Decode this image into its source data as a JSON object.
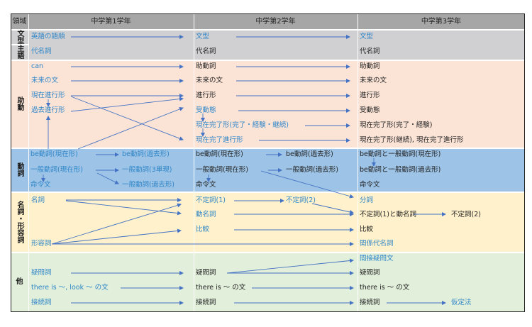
{
  "header": {
    "area": "領域",
    "grade1": "中学第1学年",
    "grade2": "中学第2学年",
    "grade3": "中学第3学年"
  },
  "areas": {
    "bunkei": "文型",
    "shugo": "主語",
    "jodo": "助動",
    "doshi": "動詞",
    "meishi": "名詞・形容詞",
    "other": "他"
  },
  "grade1": {
    "word_order": "英語の語順",
    "pronoun": "代名詞",
    "can": "can",
    "future": "未来の文",
    "present_progressive": "現在進行形",
    "past_progressive": "過去進行形",
    "be_present": "be動詞(現在形)",
    "be_past": "be動詞(過去形)",
    "general_present": "一般動詞(現在形)",
    "general_3rd": "一般動詞(3単現)",
    "imperative": "命令文",
    "general_past": "一般動詞(過去形)",
    "noun": "名詞",
    "adjective": "形容詞",
    "interrogative": "疑問詞",
    "there_is": "there is 〜, look 〜 の文",
    "conjunction": "接続詞"
  },
  "grade2": {
    "sentence_pattern": "文型",
    "pronoun": "代名詞",
    "auxiliary": "助動詞",
    "future": "未来の文",
    "progressive": "進行形",
    "passive": "受動態",
    "present_perfect": "現在完了形(完了・経験・継続)",
    "present_perfect_progressive": "現在完了進行形",
    "be_present": "be動詞(現在形)",
    "be_past": "be動詞(過去形)",
    "general_present": "一般動詞(現在形)",
    "general_past": "一般動詞(過去形)",
    "imperative": "命令文",
    "infinitive1": "不定詞(1)",
    "infinitive2": "不定詞(2)",
    "gerund": "動名詞",
    "comparison": "比較",
    "interrogative": "疑問詞",
    "there_is": "there is 〜 の文",
    "conjunction": "接続詞"
  },
  "grade3": {
    "sentence_pattern": "文型",
    "pronoun": "代名詞",
    "auxiliary": "助動詞",
    "future": "未来の文",
    "progressive": "進行形",
    "passive": "受動態",
    "present_perfect": "現在完了形(完了・経験)",
    "present_perfect_cont": "現在完了形(継続), 現在完了進行形",
    "be_general_present": "be動詞と一般動詞(現在形)",
    "be_general_past": "be動詞と一般動詞(過去形)",
    "imperative": "命令文",
    "participle": "分詞",
    "infinitive_gerund": "不定詞(1)と動名詞",
    "infinitive2": "不定詞(2)",
    "comparison": "比較",
    "relative_pronoun": "関係代名詞",
    "indirect_question": "間接疑問文",
    "interrogative": "疑問詞",
    "there_is": "there is 〜 の文",
    "conjunction": "接続詞",
    "subjunctive": "仮定法"
  },
  "colors": {
    "header": "#a6a6a6",
    "bunkei": "#d0cfd1",
    "jodo": "#fbe3d6",
    "doshi": "#9dc3e6",
    "meishi": "#fef1cb",
    "other": "#e2efda",
    "arrow": "#4472c4",
    "blue_text": "#2e86c8"
  }
}
